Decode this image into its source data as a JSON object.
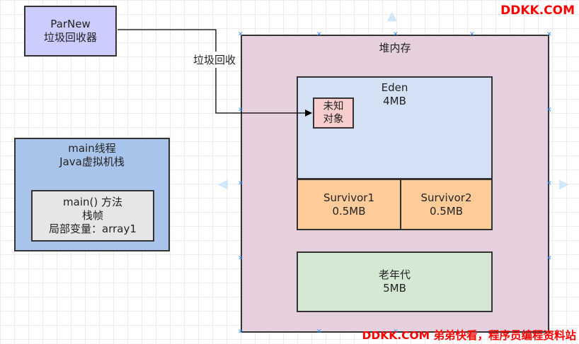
{
  "brand": {
    "top": "DDKK.COM",
    "bottom": "DDKK.COM 弟弟快看，程序员编程资料站"
  },
  "collector": {
    "lines": [
      "ParNew",
      "垃圾回收器"
    ]
  },
  "arrow": {
    "label": "垃圾回收"
  },
  "heap": {
    "label": "堆内存"
  },
  "eden": {
    "lines": [
      "Eden",
      "4MB"
    ]
  },
  "unknown_object": {
    "lines": [
      "未知",
      "对象"
    ]
  },
  "survivor1": {
    "lines": [
      "Survivor1",
      "0.5MB"
    ]
  },
  "survivor2": {
    "lines": [
      "Survivor2",
      "0.5MB"
    ]
  },
  "old_gen": {
    "lines": [
      "老年代",
      "5MB"
    ]
  },
  "main_thread": {
    "lines": [
      "main线程",
      "Java虚拟机栈"
    ],
    "frame": {
      "lines": [
        "main() 方法",
        "栈帧",
        "局部变量：array1"
      ]
    }
  },
  "colors": {
    "collector": "#ccccff",
    "heap": "#e6d0de",
    "eden": "#d4e1f5",
    "unknown_object": "#f8cecc",
    "survivor": "#ffcc99",
    "old_gen": "#d5e8d4",
    "thread": "#a9c4eb",
    "frame": "#e6e6e6",
    "brand": "#ff0000",
    "selection_handle": "#2f8ef7"
  }
}
